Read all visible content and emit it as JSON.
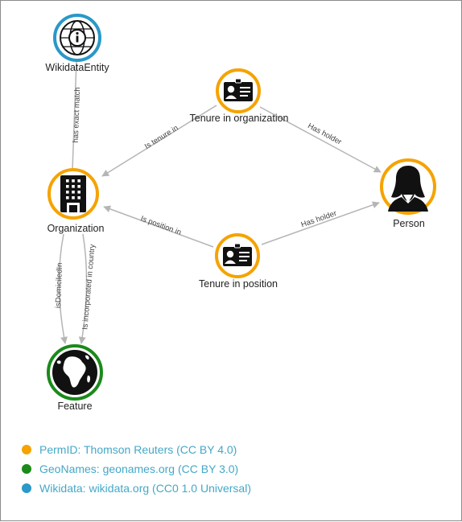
{
  "nodes": {
    "wikidata_entity": "WikidataEntity",
    "tenure_org": "Tenure in organization",
    "organization": "Organization",
    "person": "Person",
    "tenure_pos": "Tenure in position",
    "feature": "Feature"
  },
  "edges": {
    "has_exact_match": "has exact match",
    "is_tenure_in": "Is tenure in",
    "has_holder_1": "Has holder",
    "is_position_in": "Is position in",
    "has_holder_2": "Has holder",
    "is_domiciled_in": "isDomiciledIn",
    "is_incorporated_in": "Is incorporated in country"
  },
  "legend": [
    {
      "label": "PermID: Thomson Reuters (CC BY 4.0)",
      "color": "#f5a300"
    },
    {
      "label": "GeoNames: geonames.org (CC BY 3.0)",
      "color": "#1a8a1a"
    },
    {
      "label": "Wikidata: wikidata.org (CC0 1.0 Universal)",
      "color": "#2a98c8"
    }
  ],
  "colors": {
    "permid": "#f5a300",
    "geonames": "#1a8a1a",
    "wikidata": "#2a98c8",
    "edge": "#b5b5b5",
    "legend_text": "#44a8c8"
  }
}
